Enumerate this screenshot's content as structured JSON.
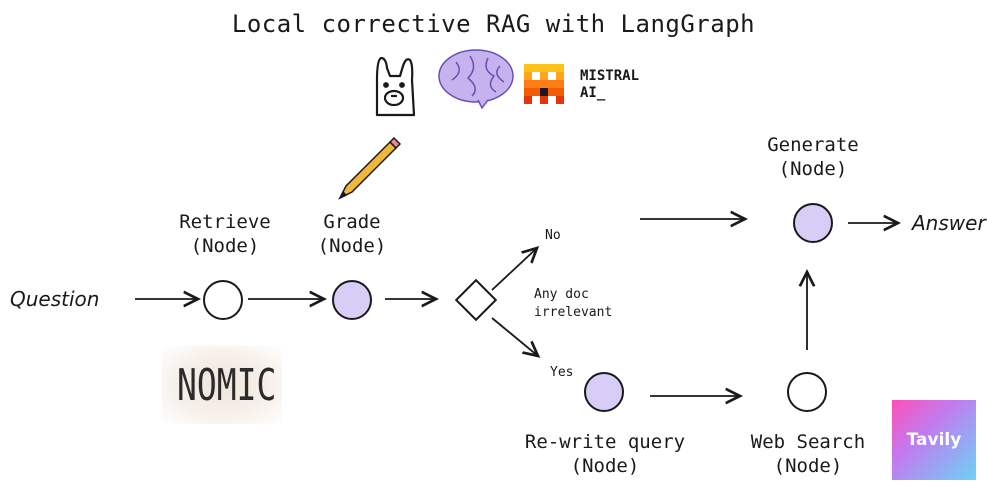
{
  "title": "Local corrective RAG with LangGraph",
  "brand": {
    "mistral_line1": "MISTRAL",
    "mistral_line2": "AI_",
    "nomic": "NOMIC",
    "tavily": "Tavily"
  },
  "inputs": {
    "question": "Question",
    "answer": "Answer"
  },
  "nodes": {
    "retrieve": {
      "name": "Retrieve",
      "type": "(Node)"
    },
    "grade": {
      "name": "Grade",
      "type": "(Node)"
    },
    "generate": {
      "name": "Generate",
      "type": "(Node)"
    },
    "rewrite": {
      "name": "Re-write query",
      "type": "(Node)"
    },
    "websearch": {
      "name": "Web Search",
      "type": "(Node)"
    }
  },
  "decision": {
    "label_line1": "Any doc",
    "label_line2": "irrelevant",
    "no": "No",
    "yes": "Yes"
  },
  "colors": {
    "filled_node": "#d7cdf6",
    "outline": "#1a1a1a",
    "brain": "#c6b2ef",
    "pencil": "#f0b83a",
    "mistral_orange": "#f25c05",
    "mistral_yellow": "#ffc21a"
  }
}
